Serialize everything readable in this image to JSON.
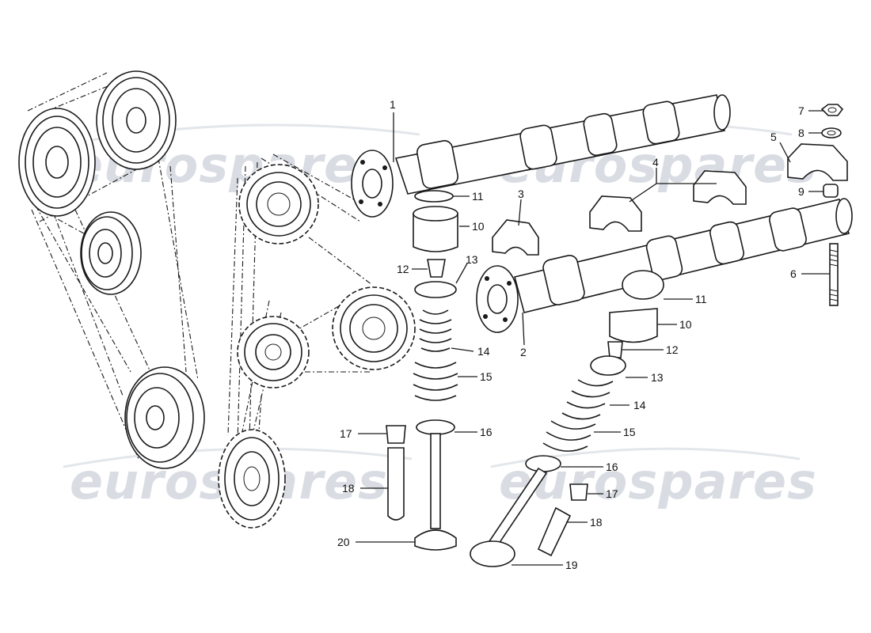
{
  "watermarks": [
    "eurospares",
    "eurospares",
    "eurospares",
    "eurospares"
  ],
  "labels": {
    "p1": "1",
    "p2": "2",
    "p3": "3",
    "p4": "4",
    "p5": "5",
    "p6": "6",
    "p7": "7",
    "p8": "8",
    "p9": "9",
    "p10a": "10",
    "p10b": "10",
    "p11a": "11",
    "p11b": "11",
    "p12a": "12",
    "p12b": "12",
    "p13a": "13",
    "p13b": "13",
    "p14a": "14",
    "p14b": "14",
    "p15a": "15",
    "p15b": "15",
    "p16a": "16",
    "p16b": "16",
    "p17a": "17",
    "p17b": "17",
    "p18a": "18",
    "p18b": "18",
    "p19": "19",
    "p20": "20"
  },
  "colors": {
    "line": "#1a1a1a",
    "watermark": "#d9dde3",
    "background": "#ffffff"
  }
}
